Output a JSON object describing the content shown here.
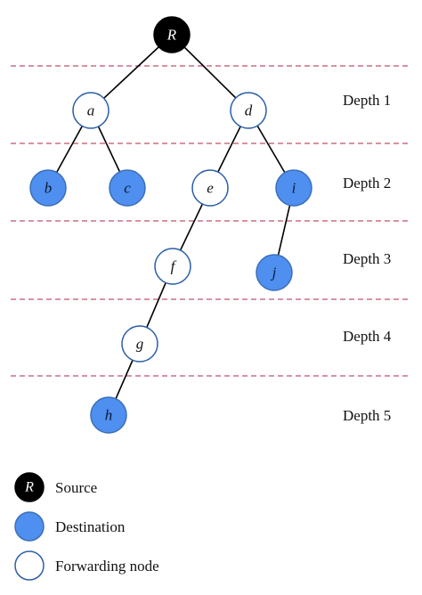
{
  "colors": {
    "source": "#000000",
    "destination": "#4f8ff0",
    "forwarding": "#ffffff",
    "stroke_dark": "#1b1b1b",
    "stroke_blue": "#3b6fb8",
    "divider": "#c0506a"
  },
  "nodes": [
    {
      "id": "R",
      "label": "R",
      "type": "source"
    },
    {
      "id": "a",
      "label": "a",
      "type": "forwarding"
    },
    {
      "id": "d",
      "label": "d",
      "type": "forwarding"
    },
    {
      "id": "b",
      "label": "b",
      "type": "destination"
    },
    {
      "id": "c",
      "label": "c",
      "type": "destination"
    },
    {
      "id": "e",
      "label": "e",
      "type": "forwarding"
    },
    {
      "id": "i",
      "label": "i",
      "type": "destination"
    },
    {
      "id": "f",
      "label": "f",
      "type": "forwarding"
    },
    {
      "id": "j",
      "label": "j",
      "type": "destination"
    },
    {
      "id": "g",
      "label": "g",
      "type": "forwarding"
    },
    {
      "id": "h",
      "label": "h",
      "type": "destination"
    }
  ],
  "edges": [
    [
      "R",
      "a"
    ],
    [
      "R",
      "d"
    ],
    [
      "a",
      "b"
    ],
    [
      "a",
      "c"
    ],
    [
      "d",
      "e"
    ],
    [
      "d",
      "i"
    ],
    [
      "e",
      "f"
    ],
    [
      "i",
      "j"
    ],
    [
      "f",
      "g"
    ],
    [
      "g",
      "h"
    ]
  ],
  "depth_labels": [
    "Depth 1",
    "Depth 2",
    "Depth 3",
    "Depth 4",
    "Depth 5"
  ],
  "legend": {
    "source_symbol": "R",
    "source_label": "Source",
    "destination_label": "Destination",
    "forwarding_label": "Forwarding node"
  }
}
